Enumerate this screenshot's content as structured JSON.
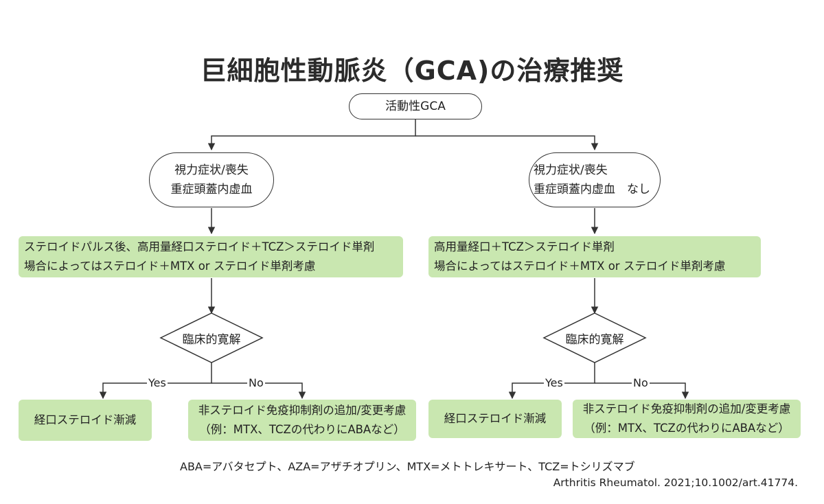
{
  "title": "巨細胞性動脈炎（GCA)の治療推奨",
  "start": "活動性GCA",
  "left": {
    "condition": [
      "視力症状/喪失",
      "重症頭蓋内虚血"
    ],
    "treatment": [
      "ステロイドパルス後、高用量経口ステロイド＋TCZ＞ステロイド単剤",
      "場合によってはステロイド＋MTX or ステロイド単剤考慮"
    ],
    "decision": "臨床的寛解",
    "yes_label": "Yes",
    "no_label": "No",
    "yes_outcome": "経口ステロイド漸減",
    "no_outcome": [
      "非ステロイド免疫抑制剤の追加/変更考慮",
      "（例：MTX、TCZの代わりにABAなど）"
    ]
  },
  "right": {
    "condition": [
      "視力症状/喪失",
      "重症頭蓋内虚血　なし"
    ],
    "treatment": [
      "高用量経口＋TCZ＞ステロイド単剤",
      "場合によってはステロイド＋MTX or ステロイド単剤考慮"
    ],
    "decision": "臨床的寛解",
    "yes_label": "Yes",
    "no_label": "No",
    "yes_outcome": "経口ステロイド漸減",
    "no_outcome": [
      "非ステロイド免疫抑制剤の追加/変更考慮",
      "（例：MTX、TCZの代わりにABAなど）"
    ]
  },
  "abbreviations": "ABA=アバタセプト、AZA=アザチオプリン、MTX=メトトレキサート、TCZ=トシリズマブ",
  "citation": "Arthritis Rheumatol. 2021;10.1002/art.41774.",
  "colors": {
    "box_fill": "#c9e7b0",
    "line": "#333333"
  }
}
